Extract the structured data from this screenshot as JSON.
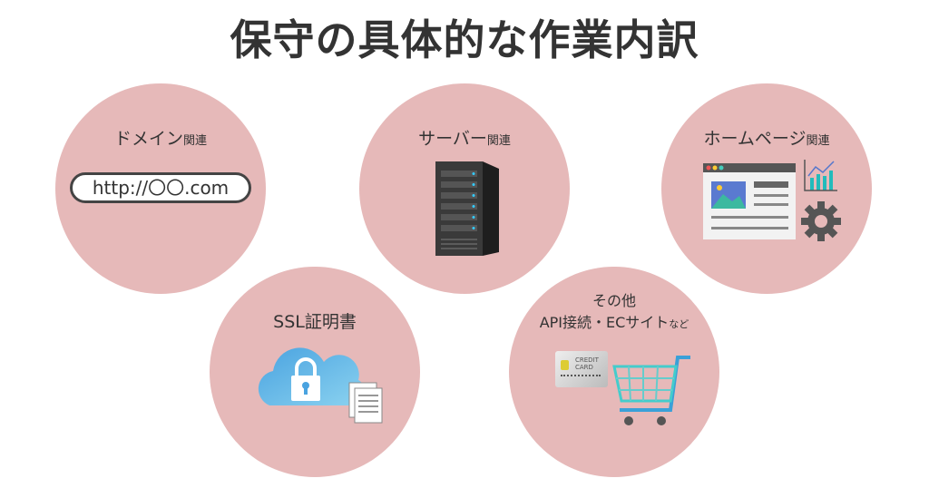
{
  "title": "保守の具体的な作業内訳",
  "colors": {
    "circle": "#e6b9b9",
    "text": "#333333"
  },
  "categories": [
    {
      "label": "ドメイン",
      "suffix": "関連",
      "icon": "url-bar-icon",
      "url_text": "http://〇〇.com"
    },
    {
      "label": "サーバー",
      "suffix": "関連",
      "icon": "server-icon"
    },
    {
      "label": "ホームページ",
      "suffix": "関連",
      "icon": "webpage-chart-gear-icon"
    },
    {
      "label": "SSL証明書",
      "icon": "cloud-lock-documents-icon"
    },
    {
      "label": "その他",
      "line2": "API接続・ECサイト",
      "suffix": "など",
      "icon": "credit-card-cart-icon",
      "card_text": [
        "CREDIT",
        "CARD"
      ]
    }
  ]
}
